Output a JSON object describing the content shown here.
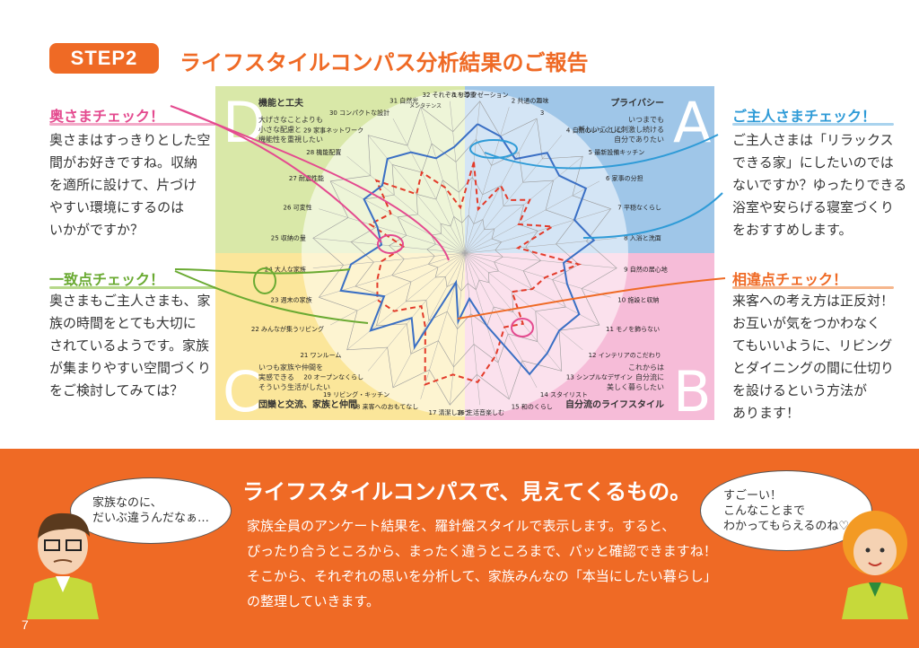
{
  "header": {
    "step": "STEP2",
    "title": "ライフスタイルコンパス分析結果のご報告"
  },
  "left_panels": [
    {
      "head": "奥さまチェック！",
      "body": "奥さまはすっきりとした空\n間がお好きですね。収納\nを適所に設けて、片づけ\nやすい環境にするのは\nいかがですか？"
    },
    {
      "head": "一致点チェック！",
      "body": "奥さまもご主人さまも、家\n族の時間をとても大切に\nされているようです。家族\nが集まりやすい空間づくり\nをご検討してみては？"
    }
  ],
  "right_panels": [
    {
      "head": "ご主人さまチェック！",
      "body": "ご主人さまは「リラックス\nできる家」にしたいのでは\nないですか？ゆったりできる\n浴室や安らげる寝室づくり\nをおすすめします。"
    },
    {
      "head": "相違点チェック！",
      "body": "来客への考え方は正反対！\nお互いが気をつかわなく\nてもいいように、リビング\nとダイニングの間に仕切り\nを設けるという方法が\nあります！"
    }
  ],
  "compass": {
    "quadrants": [
      {
        "letter": "D",
        "title": "機能と工夫",
        "desc": "大げさなことよりも\n小さな配慮と\n機能性を重視したい",
        "color": "#d9e8a8"
      },
      {
        "letter": "A",
        "title": "プライバシー",
        "desc": "いつまでも\n新しいことに刺激し続ける\n自分でありたい",
        "color": "#9fc6e8"
      },
      {
        "letter": "C",
        "title": "団欒と交流、家族と仲間",
        "desc": "いつも家族や仲間を\n実感できる\nそういう生活がしたい",
        "color": "#fbe69a"
      },
      {
        "letter": "B",
        "title": "自分流のライフスタイル",
        "desc": "これからは\n自分流に\n美しく暮らしたい",
        "color": "#f6bcd8"
      }
    ],
    "axis_labels": [
      {
        "n": "1",
        "label": "リラクゼーション"
      },
      {
        "n": "2",
        "label": "共通の趣味"
      },
      {
        "n": "3",
        "label": ""
      },
      {
        "n": "4",
        "label": "自然のいつくしむ"
      },
      {
        "n": "5",
        "label": "最新設備キッチン"
      },
      {
        "n": "6",
        "label": "家事の分担"
      },
      {
        "n": "7",
        "label": "平穏なくらし"
      },
      {
        "n": "8",
        "label": "入浴と洗面"
      },
      {
        "n": "9",
        "label": "自然の居心地"
      },
      {
        "n": "10",
        "label": "施設と収納"
      },
      {
        "n": "11",
        "label": "モノを飾らない"
      },
      {
        "n": "12",
        "label": "インテリアのこだわり"
      },
      {
        "n": "13",
        "label": "シンプルなデザイン"
      },
      {
        "n": "14",
        "label": "スタイリスト"
      },
      {
        "n": "15",
        "label": "和のくらし"
      },
      {
        "n": "16",
        "label": "生活音楽しむ"
      },
      {
        "n": "17",
        "label": "清潔しあう"
      },
      {
        "n": "18",
        "label": "来客へのおもてなし"
      },
      {
        "n": "19",
        "label": "リビング・キッチン"
      },
      {
        "n": "20",
        "label": "オープンなくらし"
      },
      {
        "n": "21",
        "label": "ワンルーム"
      },
      {
        "n": "22",
        "label": "みんなが集うリビング"
      },
      {
        "n": "23",
        "label": "週末の家族"
      },
      {
        "n": "24",
        "label": "大人な家族"
      },
      {
        "n": "25",
        "label": "収納の量"
      },
      {
        "n": "26",
        "label": "可変性"
      },
      {
        "n": "27",
        "label": "耐震性能"
      },
      {
        "n": "28",
        "label": "機能配置"
      },
      {
        "n": "29",
        "label": "家事ネットワーク"
      },
      {
        "n": "30",
        "label": "コンパクトな設計"
      },
      {
        "n": "31",
        "label": "自然光"
      },
      {
        "n": "32",
        "label": "それぞれを尊重"
      }
    ],
    "extra_label": "メンタテンス",
    "husband_values": [
      0.85,
      0.8,
      0.7,
      0.85,
      0.8,
      0.9,
      0.75,
      0.85,
      0.65,
      0.7,
      0.85,
      0.8,
      0.85,
      0.9,
      0.5,
      0.3,
      0.45,
      0.2,
      0.7,
      0.55,
      0.8,
      0.6,
      0.85,
      0.75,
      0.55,
      0.6,
      0.75,
      0.7,
      0.8,
      0.75,
      0.65,
      0.7
    ],
    "wife_values": [
      0.6,
      0.3,
      0.5,
      0.45,
      0.55,
      0.4,
      0.6,
      0.35,
      0.75,
      0.55,
      0.5,
      0.4,
      0.6,
      0.55,
      0.7,
      0.85,
      0.8,
      0.9,
      0.55,
      0.45,
      0.6,
      0.65,
      0.6,
      0.55,
      0.4,
      0.65,
      0.55,
      0.75,
      0.5,
      0.6,
      0.45,
      0.3
    ],
    "husband_color": "#3a6fc4",
    "wife_color": "#e33b2a"
  },
  "bottom": {
    "title": "ライフスタイルコンパスで、見えてくるもの。",
    "body": "家族全員のアンケート結果を、羅針盤スタイルで表示します。すると、\nぴったり合うところから、まったく違うところまで、パッと確認できますね！\nそこから、それぞれの思いを分析して、家族みんなの「本当にしたい暮らし」\nの整理していきます。",
    "bubble_left": "家族なのに、\nだいぶ違うんだなぁ…",
    "bubble_right": "すごーい！\nこんなことまで\nわかってもらえるのね♡",
    "page_number": "7"
  }
}
